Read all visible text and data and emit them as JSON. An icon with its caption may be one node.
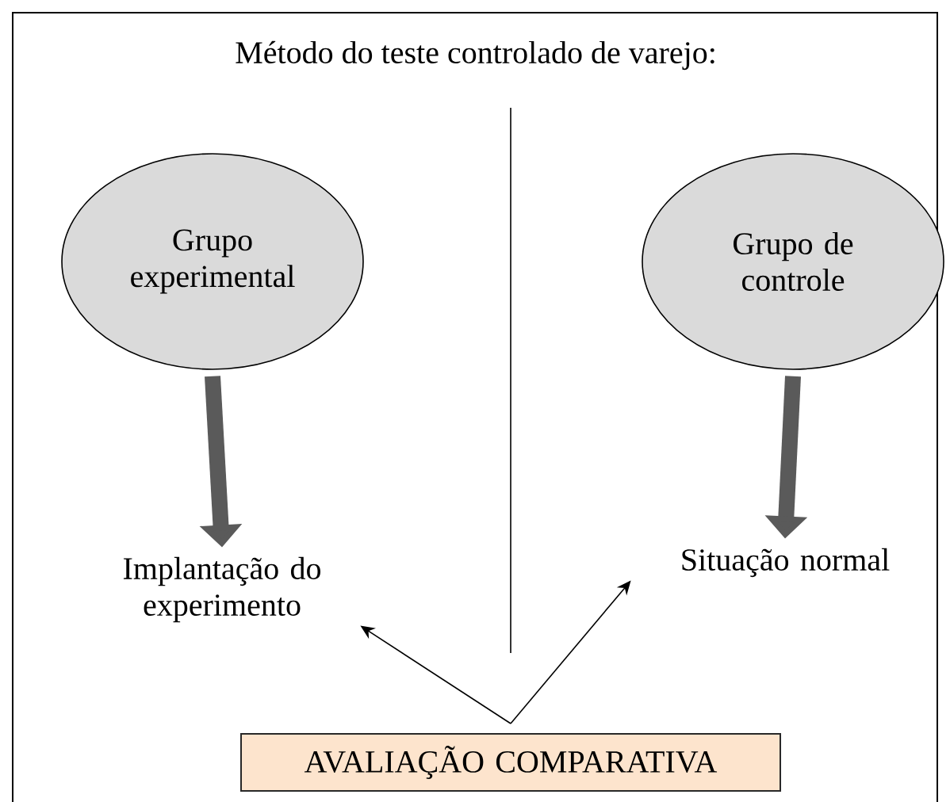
{
  "diagram": {
    "title": "Método do teste controlado de varejo:",
    "nodes": [
      {
        "text": [
          "Grupo experimental"
        ]
      },
      {
        "text": [
          "Grupo de controle"
        ]
      },
      {
        "text": [
          "Implantação do experimento"
        ]
      },
      {
        "text": [
          "Situação normal"
        ]
      },
      {
        "text": [
          "AVALIAÇÃO COMPARATIVA"
        ]
      }
    ],
    "edges": [
      {
        "from": 0,
        "to": 2,
        "arrow": "to",
        "style": "thick",
        "color": "#5a5a5a"
      },
      {
        "from": 1,
        "to": 3,
        "arrow": "to",
        "style": "thick",
        "color": "#5a5a5a"
      },
      {
        "from": 4,
        "to": 2,
        "arrow": "to"
      },
      {
        "from": 4,
        "to": 3,
        "arrow": "to"
      }
    ]
  }
}
